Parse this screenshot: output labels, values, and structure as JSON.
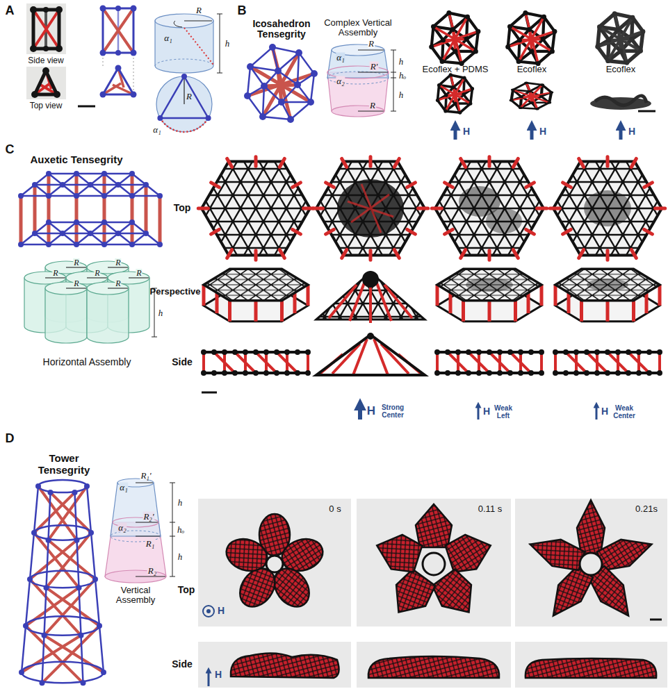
{
  "diagram": {
    "labels": [
      "A",
      "Side view",
      "Top view",
      "R",
      "α₁",
      "h",
      "R",
      "α₁",
      "B",
      "Icosahedron Tensegrity",
      "Complex Vertical Assembly",
      "R",
      "α₁",
      "h",
      "R'",
      "α₂",
      "hₒ",
      "h",
      "R",
      "Ecoflex + PDMS",
      "Ecoflex",
      "Ecoflex",
      "H",
      "H",
      "H",
      "C",
      "Auxetic Tensegrity",
      "R",
      "R",
      "R",
      "R",
      "R",
      "R",
      "R",
      "h",
      "Horizontal Assembly",
      "Top",
      "Perspective",
      "Side",
      "H",
      "Strong Center",
      "H",
      "Weak Left",
      "H",
      "Weak Center",
      "D",
      "Tower Tensegrity",
      "R₁'",
      "α₁",
      "h",
      "R₂'",
      "α₂",
      "hₒ",
      "R₁",
      "h",
      "R₂",
      "Vertical Assembly",
      "Top",
      "0 s",
      "0.11 s",
      "0.21s",
      "H",
      "Side",
      "H"
    ]
  }
}
